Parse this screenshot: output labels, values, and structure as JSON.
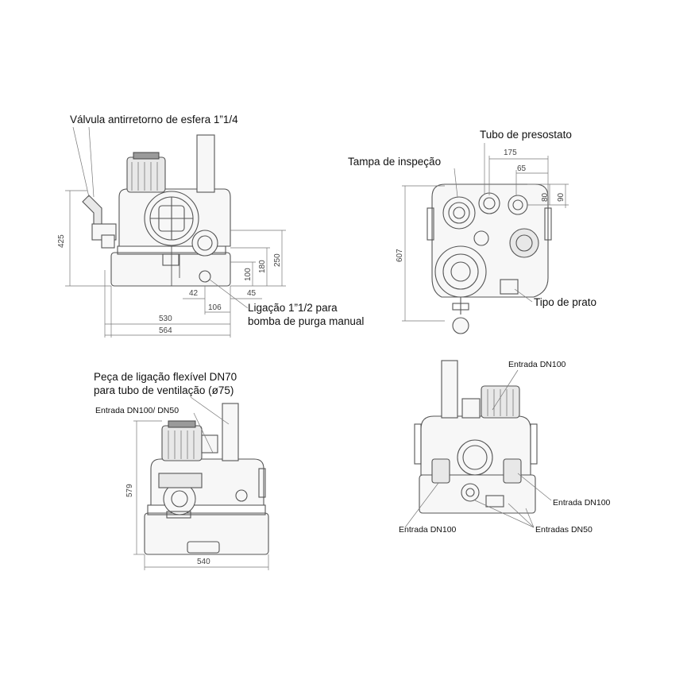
{
  "labels": {
    "valve": "Válvula antirretorno de esfera 1”1/4",
    "pressostato": "Tubo de presostato",
    "inspecao": "Tampa de inspeção",
    "prato": "Tipo de prato",
    "ligacao1": "Ligação 1”1/2  para",
    "ligacao2": "bomba de purga manual",
    "peca1": "Peça de ligação flexível DN70",
    "peca2": "para tubo de ventilação (ø75)",
    "entrada_dn100_dn50": "Entrada DN100/ DN50",
    "entrada_dn100_top": "Entrada DN100",
    "entrada_dn100_right": "Entrada DN100",
    "entrada_dn100_left": "Entrada DN100",
    "entradas_dn50": "Entradas DN50"
  },
  "dimensions": {
    "d425": "425",
    "d250": "250",
    "d180": "180",
    "d100": "100",
    "d45": "45",
    "d42": "42",
    "d106": "106",
    "d530": "530",
    "d564": "564",
    "d175": "175",
    "d65": "65",
    "d80": "80",
    "d90": "90",
    "d607": "607",
    "d579": "579",
    "d540": "540"
  }
}
